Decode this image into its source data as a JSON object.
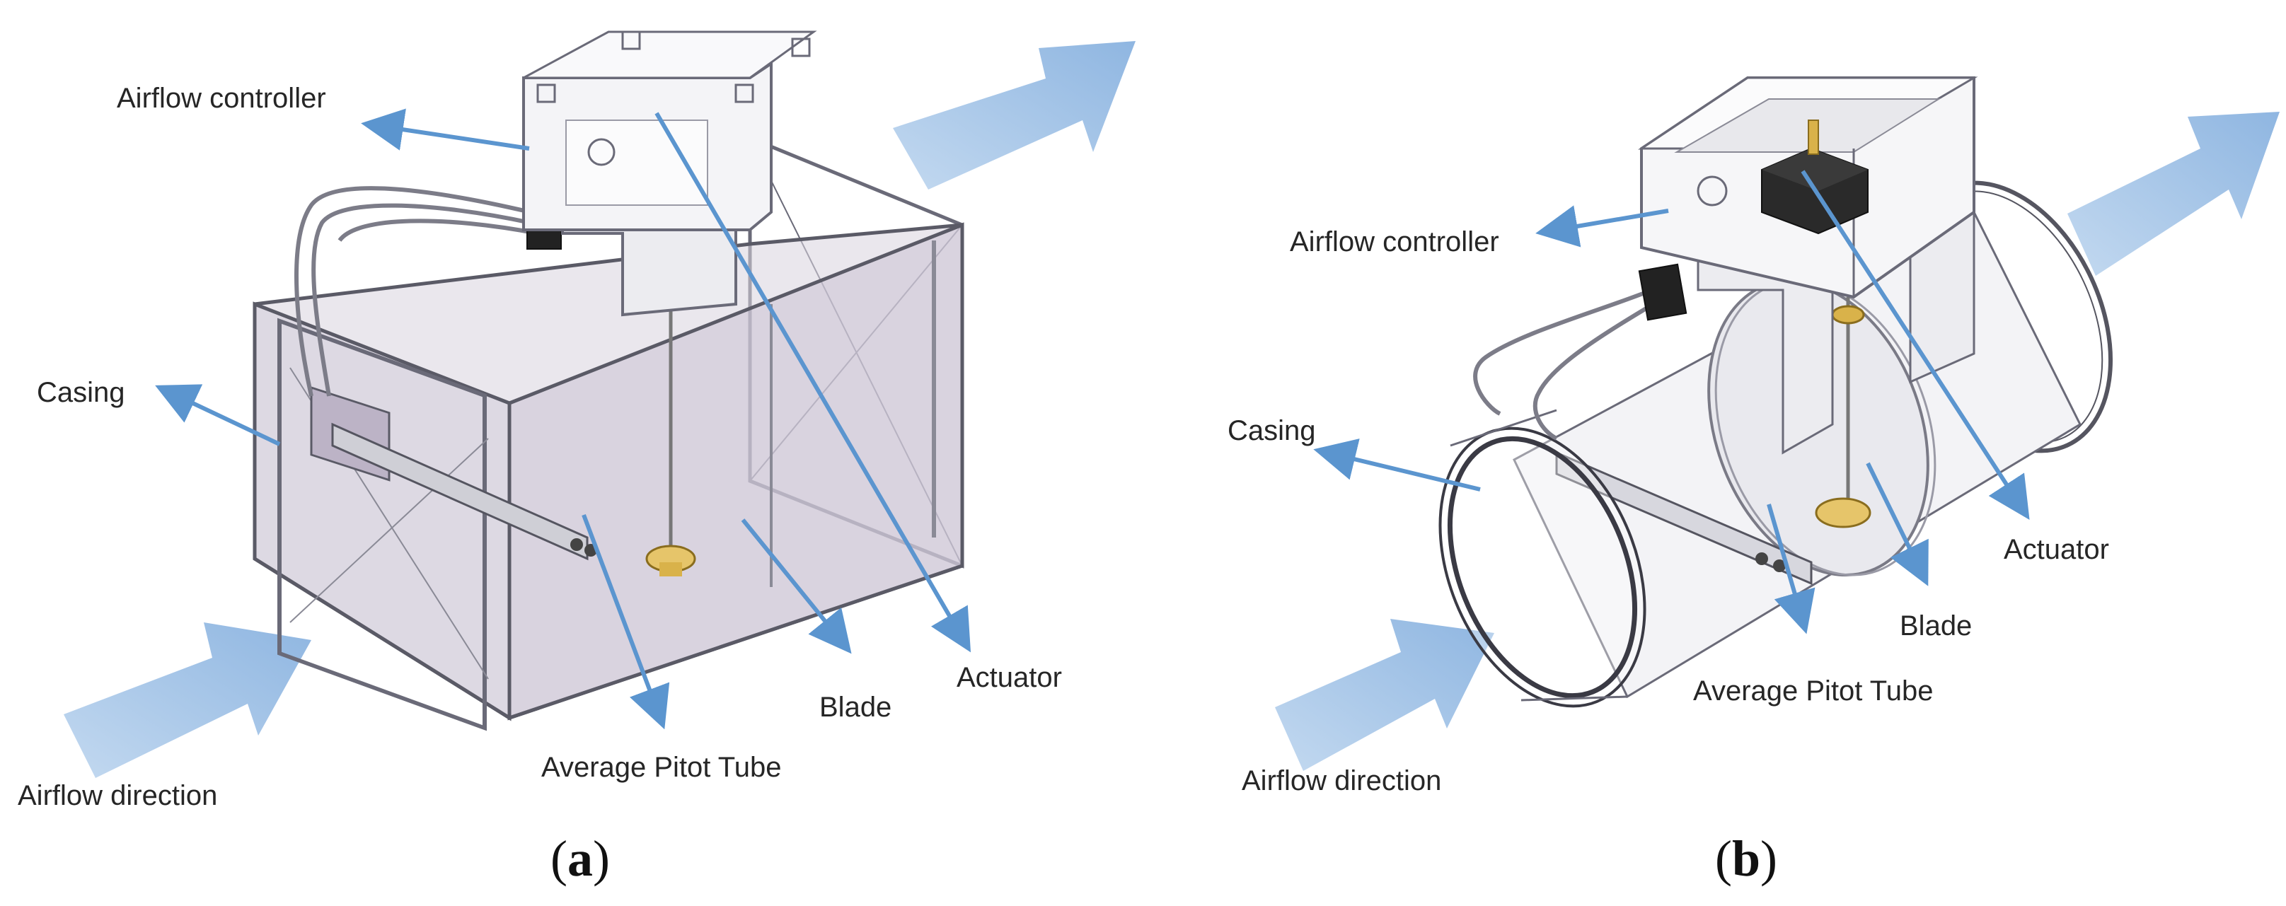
{
  "panel_a": {
    "caption_open": "(",
    "caption_letter": "a",
    "caption_close": ")",
    "labels": {
      "airflow_controller": "Airflow controller",
      "casing": "Casing",
      "actuator": "Actuator",
      "blade": "Blade",
      "average_pitot_tube": "Average Pitot Tube",
      "airflow_direction": "Airflow direction"
    }
  },
  "panel_b": {
    "caption_open": "(",
    "caption_letter": "b",
    "caption_close": ")",
    "labels": {
      "airflow_controller": "Airflow controller",
      "casing": "Casing",
      "actuator": "Actuator",
      "blade": "Blade",
      "average_pitot_tube": "Average Pitot Tube",
      "airflow_direction": "Airflow direction"
    }
  },
  "colors": {
    "leader_arrow": "#5b95cf",
    "flow_arrow": "#9cbfe6",
    "casing_fill": "#d8d3de",
    "outline": "#5a5a66",
    "brass": "#d9b24a",
    "actuator_body": "#222222"
  }
}
